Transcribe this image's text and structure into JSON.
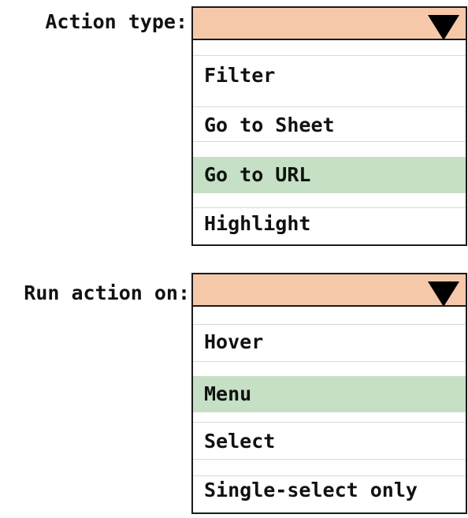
{
  "action_type": {
    "label": "Action type:",
    "selected_value": "",
    "options": [
      {
        "label": "Filter",
        "highlighted": false
      },
      {
        "label": "Go to Sheet",
        "highlighted": false
      },
      {
        "label": "Go to URL",
        "highlighted": true
      },
      {
        "label": "Highlight",
        "highlighted": false
      }
    ]
  },
  "run_action_on": {
    "label": "Run action on:",
    "selected_value": "",
    "options": [
      {
        "label": "Hover",
        "highlighted": false
      },
      {
        "label": "Menu",
        "highlighted": true
      },
      {
        "label": "Select",
        "highlighted": false
      },
      {
        "label": "Single-select only",
        "highlighted": false
      }
    ]
  },
  "colors": {
    "dropdown_fill": "#f6c8aa",
    "highlight_fill": "#c5e0c4",
    "border": "#1a1a1a",
    "separator": "#d9d9d9"
  },
  "icons": {
    "dropdown_caret": "triangle-down-icon"
  }
}
